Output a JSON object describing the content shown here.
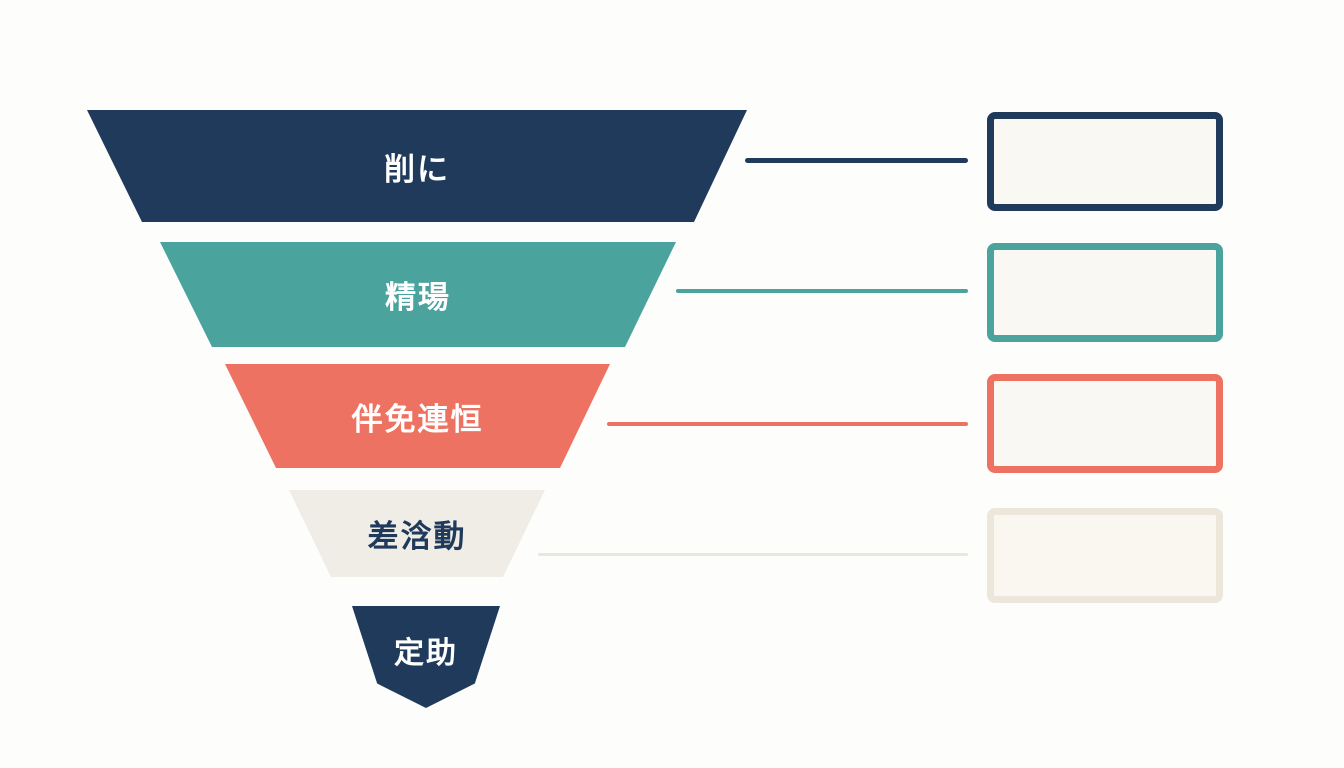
{
  "funnel": {
    "tiers": [
      {
        "label": "削に",
        "color": "#1f3a5a",
        "text_color": "#ffffff"
      },
      {
        "label": "精瑒",
        "color": "#4ba39e",
        "text_color": "#ffffff"
      },
      {
        "label": "伴免連恒",
        "color": "#ee7261",
        "text_color": "#ffffff"
      },
      {
        "label": "差浛動",
        "color": "#efede5",
        "text_color": "#1f3a5a"
      }
    ],
    "terminal": {
      "label": "定助",
      "color": "#1f3a5a",
      "text_color": "#ffffff"
    }
  },
  "callouts": [
    {
      "border_color": "#1f3a5a",
      "fill": "#faf8f3",
      "text": ""
    },
    {
      "border_color": "#4ba39e",
      "fill": "#faf8f3",
      "text": ""
    },
    {
      "border_color": "#ee7261",
      "fill": "#faf8f3",
      "text": ""
    },
    {
      "border_color": "#ece7da",
      "fill": "#faf7f0",
      "text": ""
    }
  ],
  "colors": {
    "background": "#fdfdfc",
    "tier1": "#1f3a5a",
    "tier2": "#4ba39e",
    "tier3": "#ee7261",
    "tier4": "#efede5",
    "line4": "#eae7dc",
    "callout_fill": "#faf8f3",
    "callout4_border": "#ece7da",
    "callout4_fill": "#faf7f0"
  }
}
